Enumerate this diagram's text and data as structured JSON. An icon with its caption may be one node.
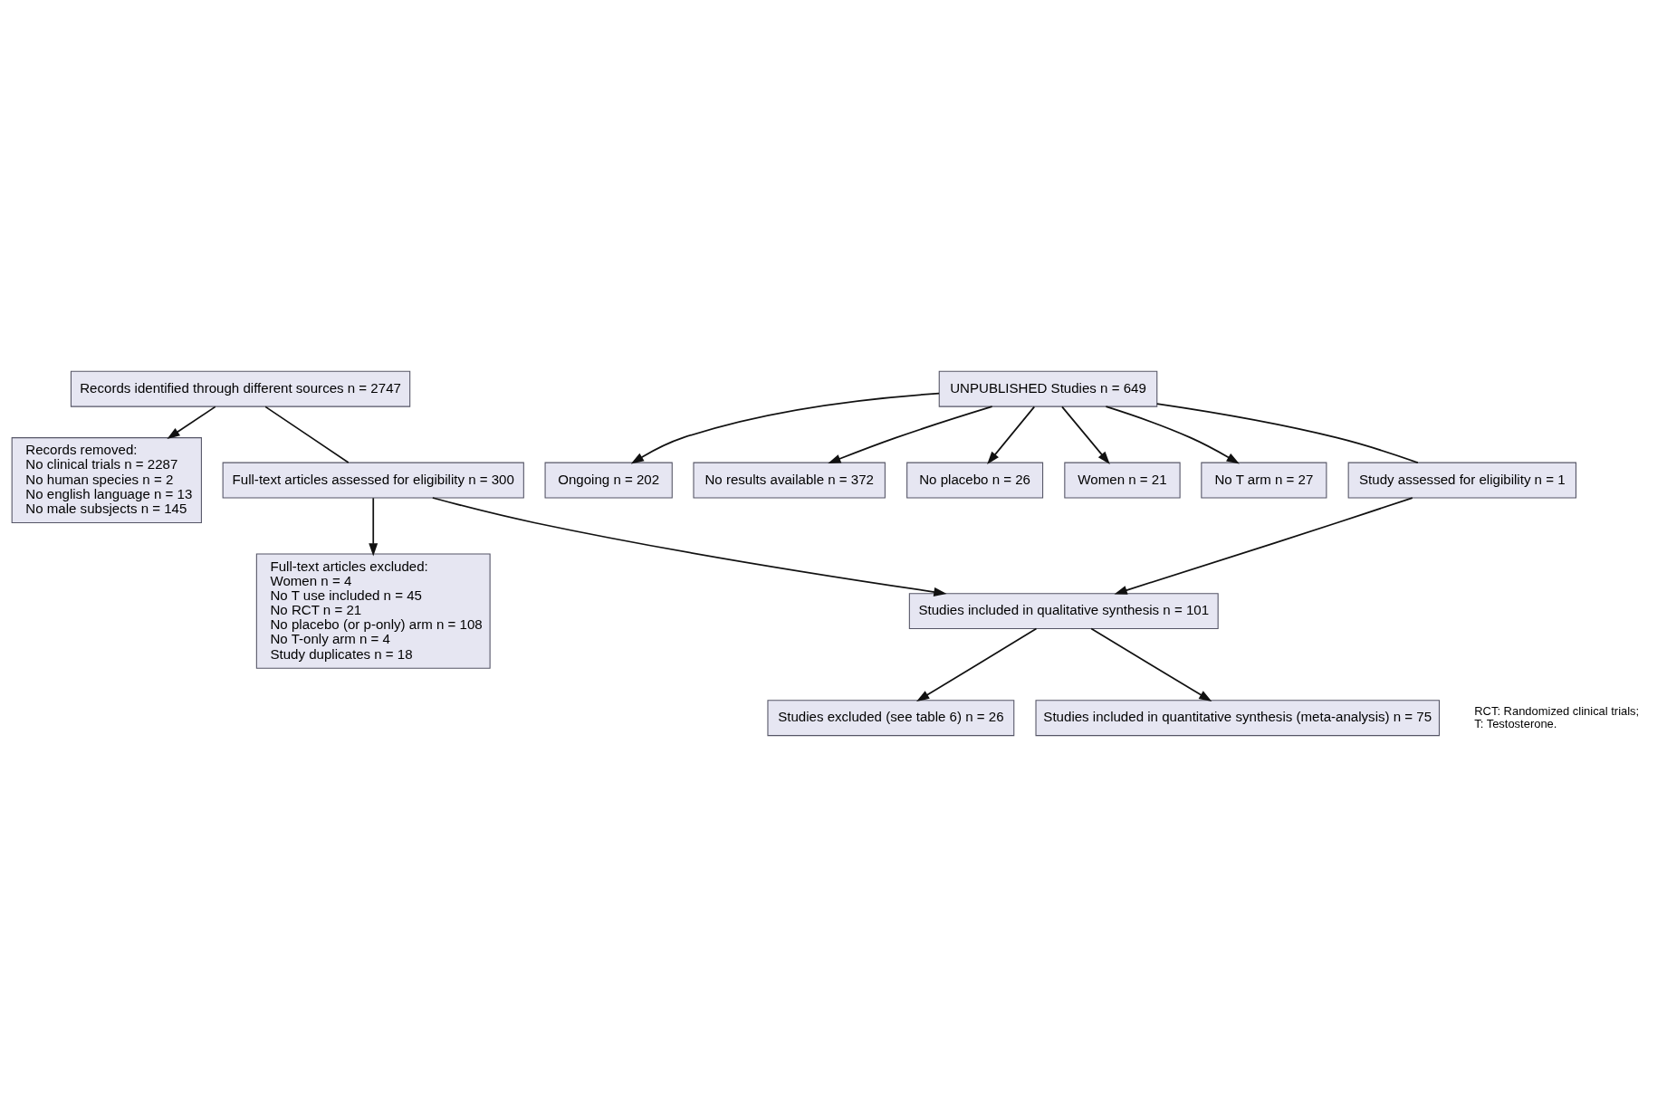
{
  "diagram": {
    "nodes": [
      {
        "text": [
          "Records identified through different sources n = 2747"
        ]
      },
      {
        "text": [
          "Records removed:",
          "No clinical trials n = 2287",
          "No human species n = 2",
          "No english language n = 13",
          "No male subsjects n = 145"
        ]
      },
      {
        "text": [
          "Full-text articles assessed for eligibility n = 300"
        ]
      },
      {
        "text": [
          "Full-text articles excluded:",
          "Women n = 4",
          "No T use included n = 45",
          "No RCT n = 21",
          "No placebo (or p-only) arm n = 108",
          "No T-only arm n = 4",
          "Study duplicates n = 18"
        ]
      },
      {
        "text": [
          "UNPUBLISHED Studies n = 649"
        ]
      },
      {
        "text": [
          "Ongoing n = 202"
        ]
      },
      {
        "text": [
          "No results available n = 372"
        ]
      },
      {
        "text": [
          "No placebo n = 26"
        ]
      },
      {
        "text": [
          "Women n = 21"
        ]
      },
      {
        "text": [
          "No T arm n = 27"
        ]
      },
      {
        "text": [
          "Study assessed for eligibility n = 1"
        ]
      },
      {
        "text": [
          "Studies included in qualitative synthesis n = 101"
        ]
      },
      {
        "text": [
          "Studies excluded (see table 6) n = 26"
        ]
      },
      {
        "text": [
          "Studies included in quantitative synthesis (meta-analysis) n = 75"
        ]
      }
    ],
    "edges": [
      {
        "from": 0,
        "to": 1,
        "arrow": "to"
      },
      {
        "from": 0,
        "to": 2,
        "arrow": "none"
      },
      {
        "from": 2,
        "to": 3,
        "arrow": "to"
      },
      {
        "from": 2,
        "to": 11,
        "arrow": "to"
      },
      {
        "from": 4,
        "to": 5,
        "arrow": "to"
      },
      {
        "from": 4,
        "to": 6,
        "arrow": "to"
      },
      {
        "from": 4,
        "to": 7,
        "arrow": "to"
      },
      {
        "from": 4,
        "to": 8,
        "arrow": "to"
      },
      {
        "from": 4,
        "to": 9,
        "arrow": "to"
      },
      {
        "from": 4,
        "to": 10,
        "arrow": "none"
      },
      {
        "from": 10,
        "to": 11,
        "arrow": "to"
      },
      {
        "from": 11,
        "to": 12,
        "arrow": "to"
      },
      {
        "from": 11,
        "to": 13,
        "arrow": "to"
      }
    ],
    "labels": [
      "RCT: Randomized clinical trials;",
      "T: Testosterone."
    ]
  }
}
